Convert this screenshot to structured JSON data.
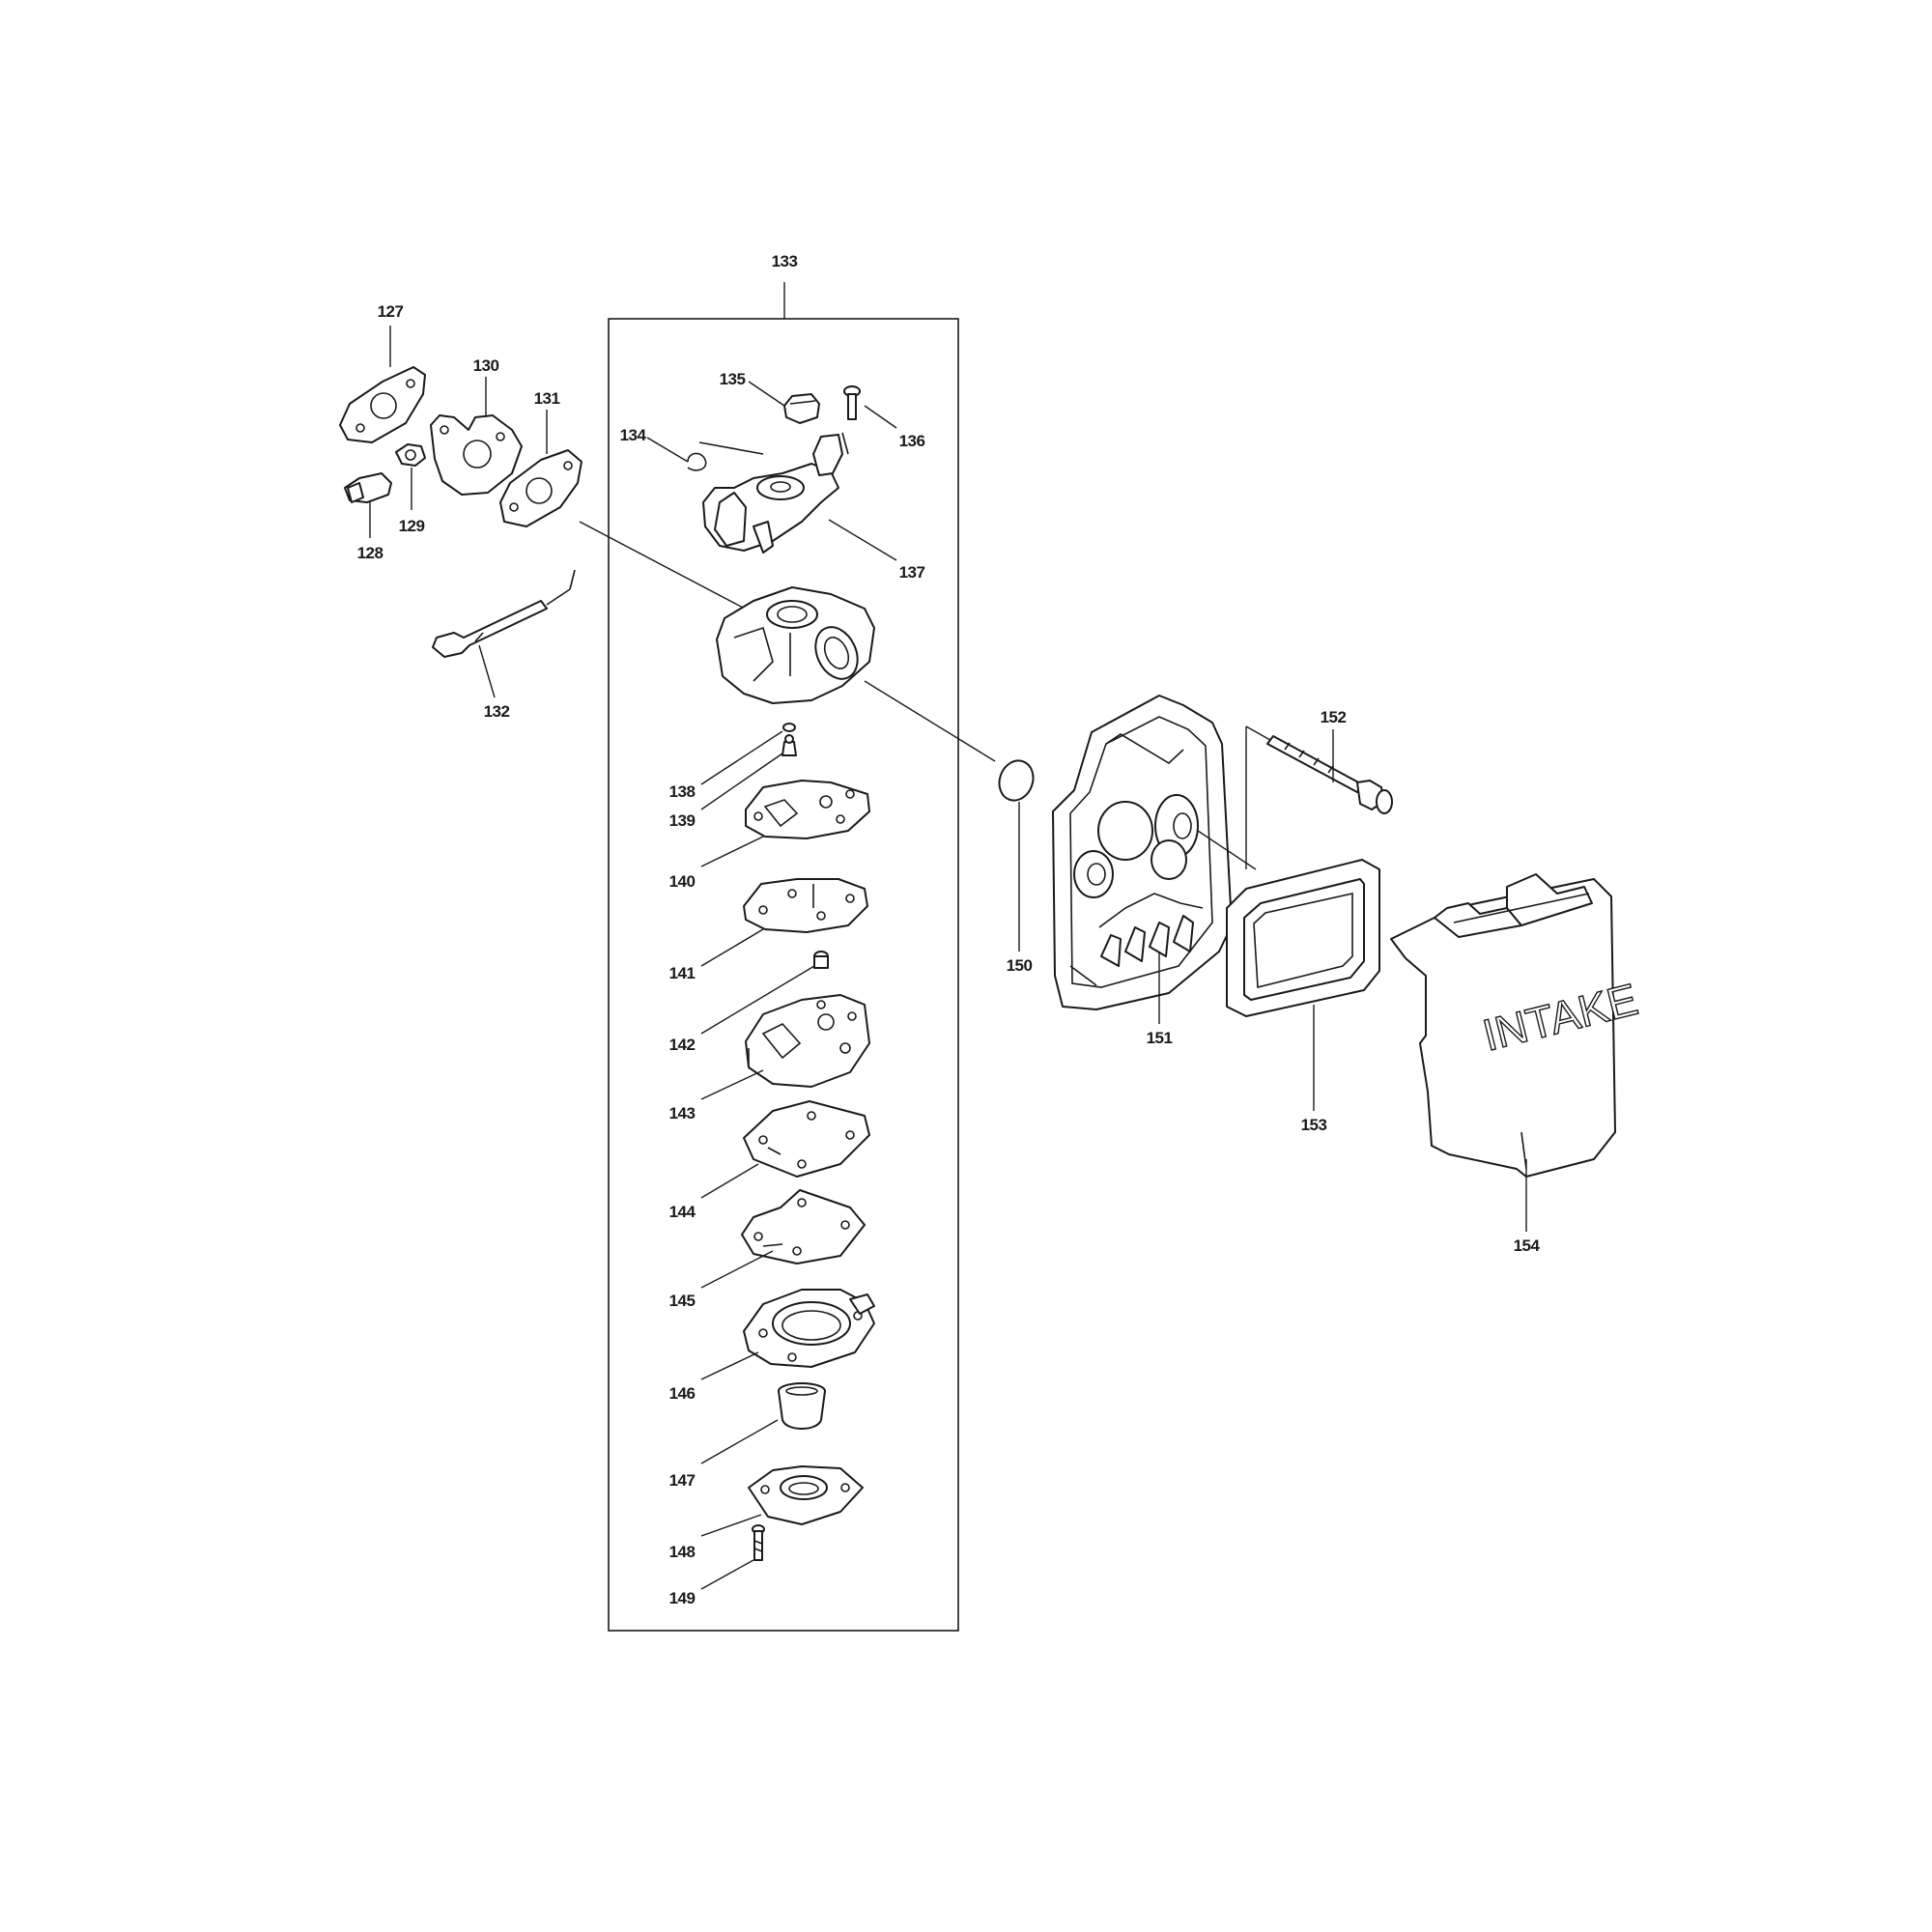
{
  "diagram": {
    "cover_text": "INTAKE",
    "labels": {
      "p127": "127",
      "p128": "128",
      "p129": "129",
      "p130": "130",
      "p131": "131",
      "p132": "132",
      "p133": "133",
      "p134": "134",
      "p135": "135",
      "p136": "136",
      "p137": "137",
      "p138": "138",
      "p139": "139",
      "p140": "140",
      "p141": "141",
      "p142": "142",
      "p143": "143",
      "p144": "144",
      "p145": "145",
      "p146": "146",
      "p147": "147",
      "p148": "148",
      "p149": "149",
      "p150": "150",
      "p151": "151",
      "p152": "152",
      "p153": "153",
      "p154": "154"
    }
  }
}
